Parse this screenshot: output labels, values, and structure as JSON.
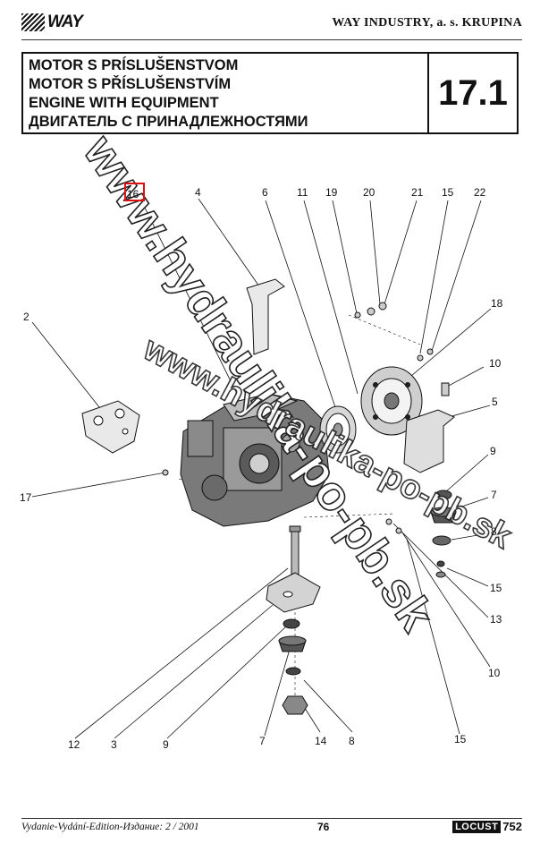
{
  "header": {
    "logo_text": "WAY",
    "company": "WAY INDUSTRY, a. s. KRUPINA"
  },
  "title_block": {
    "lines": [
      "MOTOR S PRÍSLUŠENSTVOM",
      "MOTOR S PŘÍSLUŠENSTVÍM",
      "ENGINE WITH EQUIPMENT",
      "ДВИГАТЕЛЬ С ПРИНАДЛЕЖНОСТЯМИ"
    ],
    "section_number": "17.1"
  },
  "diagram": {
    "callouts": [
      "16",
      "4",
      "6",
      "11",
      "19",
      "20",
      "21",
      "15",
      "22",
      "18",
      "10",
      "2",
      "5",
      "9",
      "17",
      "7",
      "8",
      "15",
      "13",
      "10",
      "12",
      "3",
      "9",
      "7",
      "14",
      "8",
      "15"
    ],
    "watermark": "www.hydraulika-po-pb.sk"
  },
  "highlight": {
    "color": "#d11111",
    "target_callout": "16"
  },
  "footer": {
    "edition": "Vydanie-Vydání-Edition-Издание: 2 / 2001",
    "page_number": "76",
    "brand": "LOCUST",
    "model": "752"
  }
}
